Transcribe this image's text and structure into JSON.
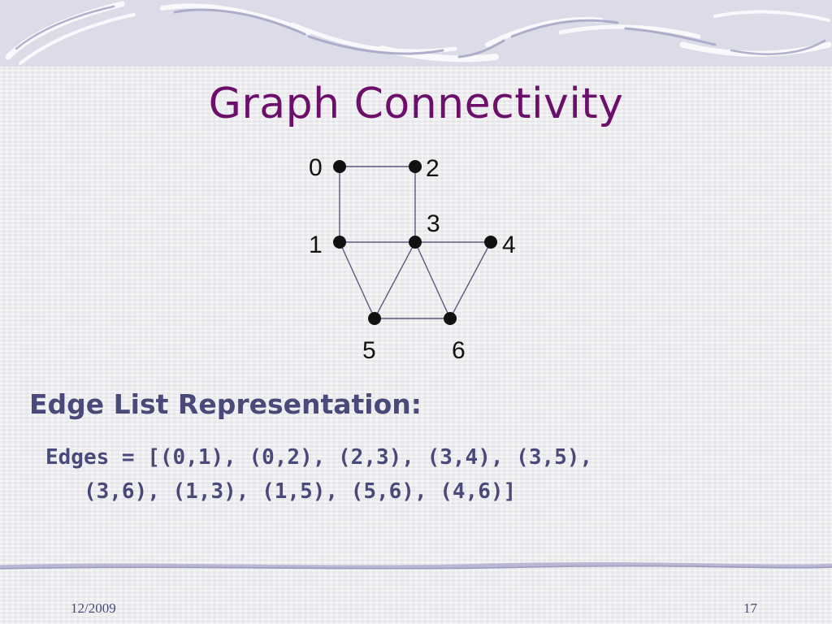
{
  "slide": {
    "title": "Graph Connectivity",
    "section_heading": "Edge List Representation:",
    "edges_line1": "Edges = [(0,1), (0,2), (2,3), (3,4), (3,5),",
    "edges_line2": "   (3,6), (1,3), (1,5), (5,6), (4,6)]",
    "footer_date": "12/2009",
    "page_number": "17"
  },
  "graph": {
    "nodes": [
      {
        "id": "0",
        "label": "0"
      },
      {
        "id": "1",
        "label": "1"
      },
      {
        "id": "2",
        "label": "2"
      },
      {
        "id": "3",
        "label": "3"
      },
      {
        "id": "4",
        "label": "4"
      },
      {
        "id": "5",
        "label": "5"
      },
      {
        "id": "6",
        "label": "6"
      }
    ],
    "edges": [
      [
        "0",
        "1"
      ],
      [
        "0",
        "2"
      ],
      [
        "2",
        "3"
      ],
      [
        "3",
        "4"
      ],
      [
        "3",
        "5"
      ],
      [
        "3",
        "6"
      ],
      [
        "1",
        "3"
      ],
      [
        "1",
        "5"
      ],
      [
        "5",
        "6"
      ],
      [
        "4",
        "6"
      ]
    ]
  },
  "colors": {
    "title": "#6b0f6b",
    "text": "#4a4a7a",
    "banner": "#dcdce8",
    "node": "#111111",
    "edge": "#5a5a80"
  }
}
